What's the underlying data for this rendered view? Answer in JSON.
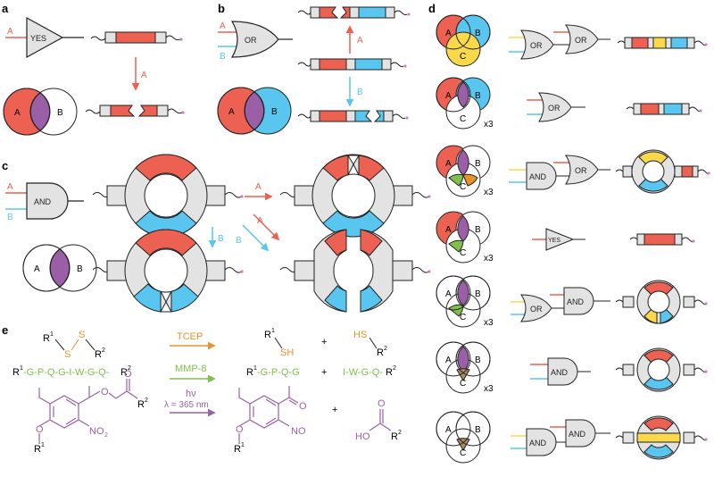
{
  "colors": {
    "red": "#EC6152",
    "blue": "#59C6EF",
    "purple": "#9B5FA8",
    "yellow": "#F9D94A",
    "green": "#7FC04A",
    "orange": "#E8922E",
    "gray": "#E3E3E3",
    "pink": "#D080C8",
    "brown": "#A98B5D"
  },
  "panels": {
    "a": {
      "label": "a",
      "input": "A",
      "gate": "YES",
      "arrow": "A",
      "set_a": "A",
      "set_b": "B"
    },
    "b": {
      "label": "b",
      "input_a": "A",
      "input_b": "B",
      "gate": "OR",
      "arrow_a": "A",
      "arrow_b": "B",
      "set_a": "A",
      "set_b": "B"
    },
    "c": {
      "label": "c",
      "input_a": "A",
      "input_b": "B",
      "gate": "AND",
      "arrow_b1": "B",
      "arrow_a1": "A",
      "arrow_a2": "A",
      "arrow_b2": "B",
      "set_a": "A",
      "set_b": "B"
    },
    "d": {
      "label": "d",
      "rows": [
        {
          "sets": [
            "A",
            "B",
            "C"
          ],
          "mult": "",
          "gates": [
            "OR",
            "OR"
          ]
        },
        {
          "sets": [
            "A",
            "B",
            "C"
          ],
          "mult": "x3",
          "gates": [
            "OR"
          ]
        },
        {
          "sets": [
            "A",
            "B",
            "C"
          ],
          "mult": "x3",
          "gates": [
            "AND",
            "OR"
          ]
        },
        {
          "sets": [
            "A",
            "B",
            "C"
          ],
          "mult": "x3",
          "gates": [
            "YES"
          ]
        },
        {
          "sets": [
            "A",
            "B",
            "C"
          ],
          "mult": "x3",
          "gates": [
            "OR",
            "AND"
          ]
        },
        {
          "sets": [
            "A",
            "B",
            "C"
          ],
          "mult": "x3",
          "gates": [
            "AND"
          ]
        },
        {
          "sets": [
            "A",
            "B",
            "C"
          ],
          "mult": "",
          "gates": [
            "AND",
            "AND"
          ]
        }
      ]
    },
    "e": {
      "label": "e",
      "r1": "R",
      "r2": "R",
      "sup1": "1",
      "sup2": "2",
      "disulfide_s": "S",
      "sh": "SH",
      "hs": "HS",
      "plus": "+",
      "peptide_full": "-G-P-Q-G-I-W-G-Q-",
      "peptide_left": "-G-P-Q-G",
      "peptide_right": "I-W-G-Q-",
      "tcep": "TCEP",
      "mmp": "MMP-8",
      "hv": "hν",
      "wavelength": "λ = 365 nm",
      "oxygen": "O",
      "no2": "NO",
      "no2_sub": "2",
      "no": "NO",
      "ho": "HO"
    }
  }
}
